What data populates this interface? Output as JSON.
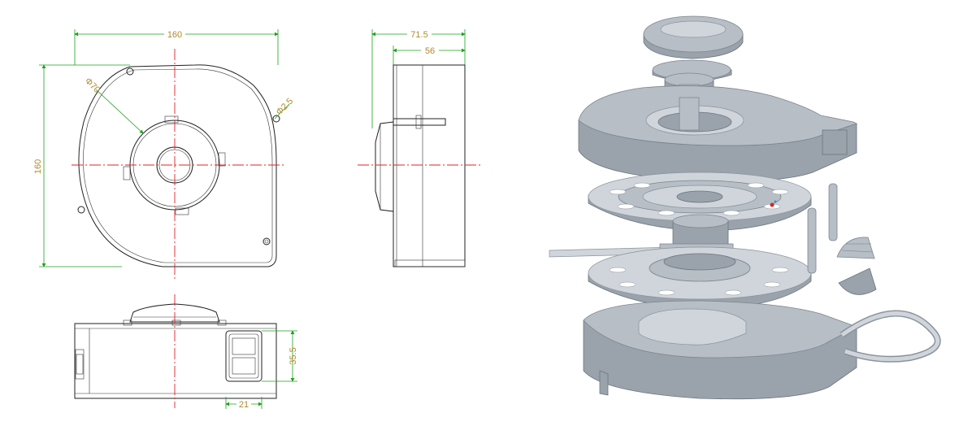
{
  "colors": {
    "dimension_line": "#1aa31a",
    "dimension_text": "#b08a2e",
    "center_line": "#e0202a",
    "outline": "#222222",
    "model_grey": "#b7bec6"
  },
  "front_view": {
    "width_dim": "160",
    "height_dim": "160",
    "inner_diameter": "Φ70",
    "hole_diameter": "Φ2.5"
  },
  "side_view": {
    "overall_depth": "71.5",
    "body_depth": "56"
  },
  "bottom_view": {
    "outlet_height": "35.5",
    "outlet_width": "21"
  },
  "exploded_view": {
    "parts": [
      "top-cap",
      "upper-housing",
      "impeller-upper",
      "shaft",
      "impeller-lower",
      "lower-housing",
      "pins",
      "ball-joint",
      "strap"
    ]
  }
}
